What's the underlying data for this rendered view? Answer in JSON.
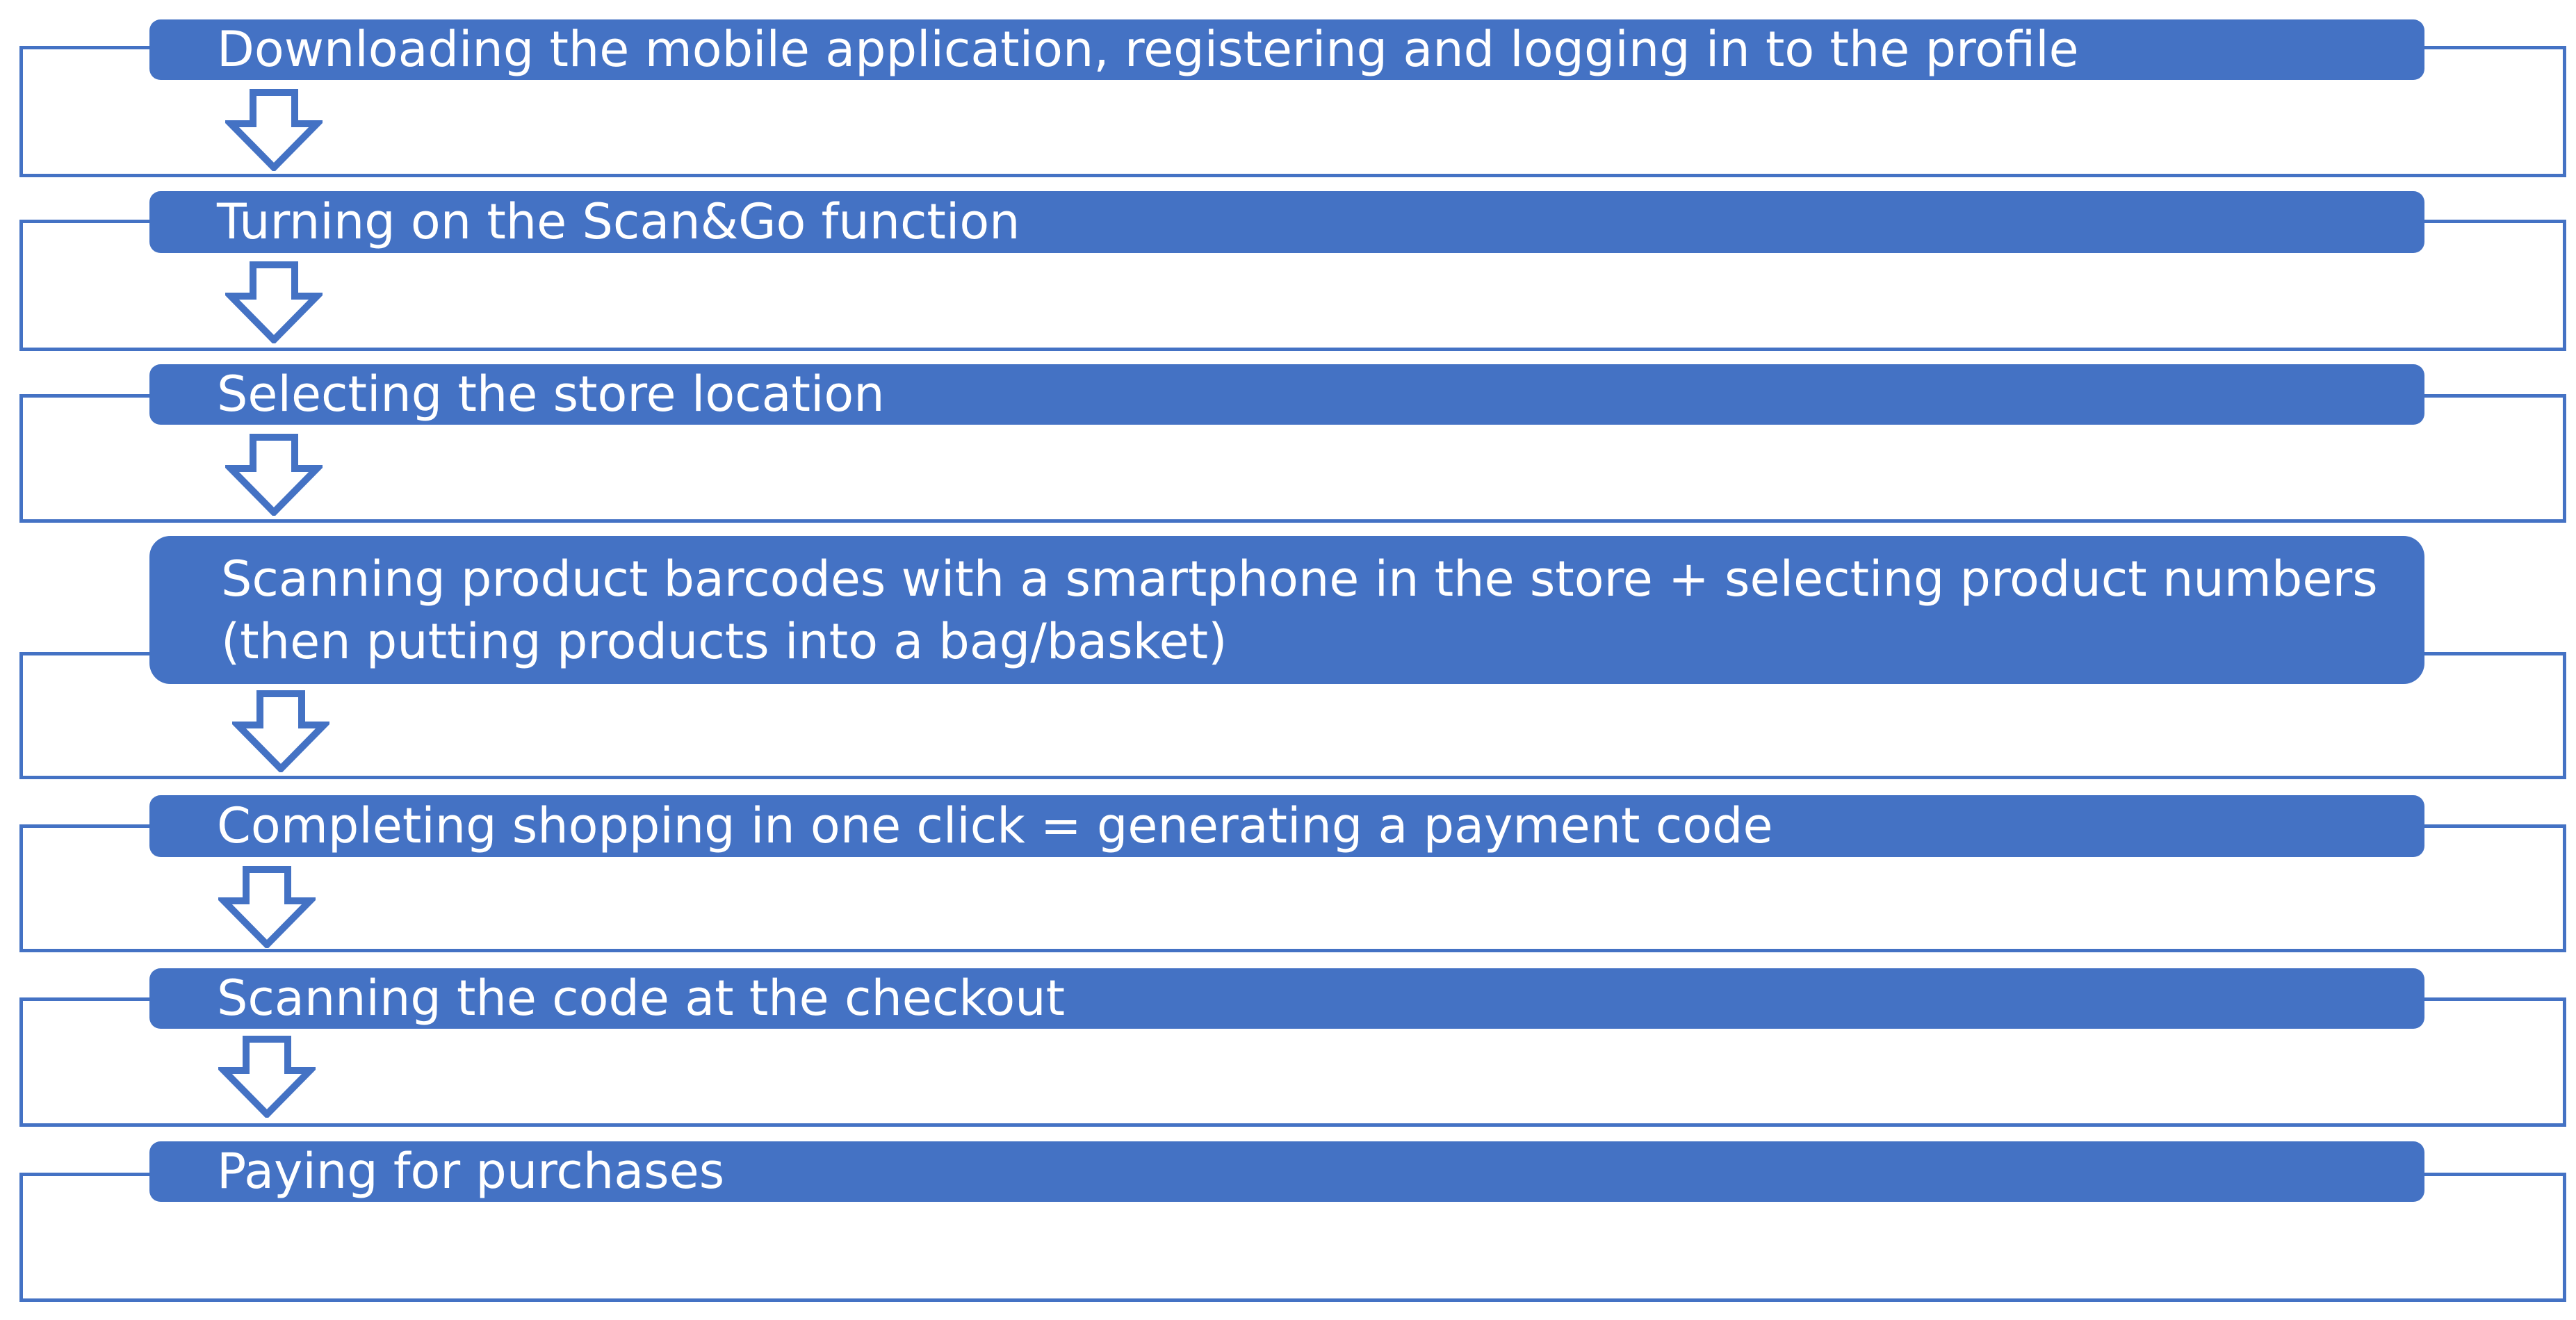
{
  "diagram": {
    "steps": [
      {
        "label": "Downloading the mobile application, registering and logging in to the profile"
      },
      {
        "label": "Turning on the Scan&Go function"
      },
      {
        "label": "Selecting the store location"
      },
      {
        "label": "Scanning product barcodes with a smartphone in the store + selecting product numbers (then putting products into a bag/basket)"
      },
      {
        "label": "Completing shopping in one click = generating a payment code"
      },
      {
        "label": "Scanning the code at the checkout"
      },
      {
        "label": "Paying for purchases"
      }
    ],
    "colors": {
      "accent": "#4472c4",
      "text": "#ffffff",
      "background": "#ffffff"
    },
    "icons": {
      "connector": "down-arrow-icon"
    }
  }
}
